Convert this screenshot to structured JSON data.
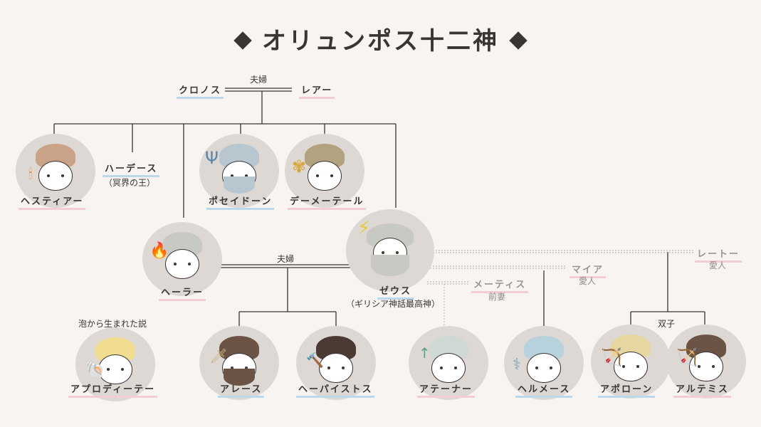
{
  "title": "オリュンポス十二神",
  "relations": {
    "couple_cronus": "夫婦",
    "couple_zeus": "夫婦",
    "twins": "双子",
    "lover_maia": "愛人",
    "lover_leto": "愛人",
    "former_wife": "前妻"
  },
  "notes": {
    "hades_sub": "（冥界の王）",
    "zeus_sub": "（ギリシア神話最高神）",
    "aphrodite_origin": "泡から生まれた説"
  },
  "gods": {
    "cronus": "クロノス",
    "rhea": "レアー",
    "hestia": "ヘスティアー",
    "hades": "ハーデース",
    "poseidon": "ポセイドーン",
    "demeter": "デーメーテール",
    "hera": "ヘーラー",
    "zeus": "ゼウス",
    "maia": "マイア",
    "leto": "レートー",
    "metis": "メーティス",
    "aphrodite": "アプロディーテー",
    "ares": "アレース",
    "hephaestus": "ヘーパイストス",
    "athena": "アテーナー",
    "hermes": "ヘルメース",
    "apollo": "アポローン",
    "artemis": "アルテミス"
  },
  "colors": {
    "background": "#f7f4f1",
    "circle": "#ddd8d4",
    "line": "#3a3432",
    "male_underline": "#bcd9ec",
    "female_underline": "#f3cdd6",
    "secondary_text": "#9a9592"
  },
  "icons": {
    "title_ornament": "diamond-icon",
    "hestia": "candle-icon",
    "poseidon": "trident-icon",
    "demeter": "wheat-icon",
    "hera": "torch-icon",
    "zeus": "lightning-icon",
    "aphrodite": "shell-icon",
    "ares": "sword-icon",
    "hephaestus": "hammer-icon",
    "athena": "spear-icon",
    "hermes": "caduceus-icon",
    "apollo": "bow-icon",
    "artemis": "bow-icon"
  }
}
